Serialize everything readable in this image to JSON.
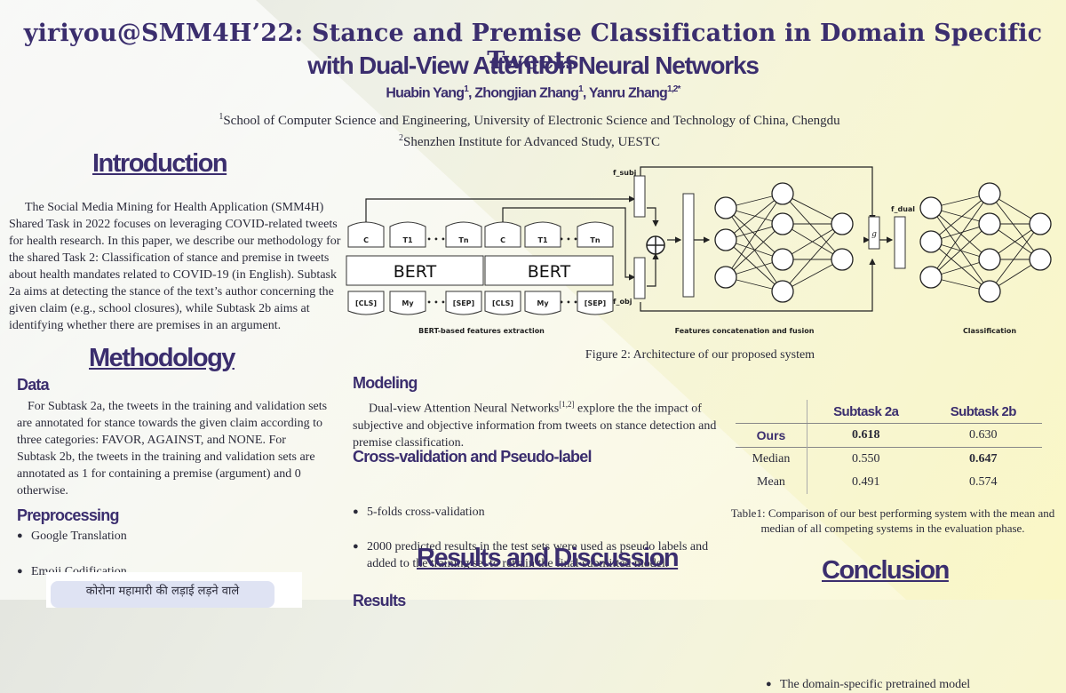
{
  "header": {
    "title_line1": "yiriyou@SMM4H’22: Stance and Premise Classification in Domain Specific Tweets",
    "title_line2": "with Dual-View Attention Neural Networks",
    "authors": [
      {
        "name": "Huabin Yang",
        "sup": "1"
      },
      {
        "name": "Zhongjian Zhang",
        "sup": "1"
      },
      {
        "name": "Yanru Zhang",
        "sup": "1,2*"
      }
    ],
    "affiliations": [
      {
        "sup": "1",
        "text": "School of Computer Science and Engineering, University of Electronic Science and Technology of China, Chengdu"
      },
      {
        "sup": "2",
        "text": "Shenzhen Institute for Advanced Study, UESTC"
      }
    ]
  },
  "introduction": {
    "heading": "Introduction",
    "text": "The Social Media Mining for Health Application (SMM4H) Shared Task in 2022 focuses on leveraging COVID-related tweets for health research. In this paper, we describe our methodology for the shared Task 2: Classification of stance and premise in tweets about health mandates related to COVID-19 (in English). Subtask 2a aims at detecting the stance of the text’s author concerning the given claim (e.g., school closures), while Subtask 2b aims at identifying whether there are premises in an argument."
  },
  "methodology": {
    "heading": "Methodology",
    "data_heading": "Data",
    "data_text": "For Subtask 2a, the tweets in the training and validation sets are annotated for stance towards the given claim according to three categories: FAVOR, AGAINST, and NONE. For Subtask 2b, the tweets in the training and validation sets are annotated as 1 for containing a premise (argument) and 0 otherwise.",
    "preprocessing_heading": "Preprocessing",
    "preprocessing_items": [
      "Google Translation",
      "Emoji Codification"
    ],
    "hindi_snippet": "कोरोना महामारी की लड़ाई लड़ने वाले"
  },
  "figure": {
    "caption": "Figure 2: Architecture of our proposed system",
    "bert_label": "BERT",
    "top_tokens": [
      "C",
      "T1",
      "Tn"
    ],
    "bottom_tokens": [
      "[CLS]",
      "My",
      "[SEP]"
    ],
    "ellipsis": "• • •",
    "f_subj": "f_subj",
    "f_obj": "f_obj",
    "f_dual": "f_dual",
    "g": "g",
    "section_labels": [
      "BERT-based features extraction",
      "Features concatenation and fusion",
      "Classification"
    ]
  },
  "modeling": {
    "heading": "Modeling",
    "text_before": "Dual-view Attention Neural Networks",
    "citation": "[1,2]",
    "text_after": " explore the the impact of subjective and objective information from tweets on stance detection and premise classification.",
    "cv_heading": "Cross-validation and Pseudo-label",
    "cv_items": [
      "5-folds cross-validation",
      "2000 predicted results in the test sets were used as pseudo labels and added to the training set to retrain the final submitted model."
    ]
  },
  "table": {
    "columns": [
      "",
      "Subtask 2a",
      "Subtask 2b"
    ],
    "rows": [
      {
        "label": "Ours",
        "a": "0.618",
        "b": "0.630"
      },
      {
        "label": "Median",
        "a": "0.550",
        "b": "0.647"
      },
      {
        "label": "Mean",
        "a": "0.491",
        "b": "0.574"
      }
    ],
    "caption": "Table1: Comparison of our best performing system with the mean and median of all competing systems in the evaluation phase."
  },
  "results": {
    "heading": "Results and Discussion",
    "partial_sub": "Results"
  },
  "conclusion": {
    "heading": "Conclusion",
    "partial_text": "The domain-specific pretrained model"
  }
}
